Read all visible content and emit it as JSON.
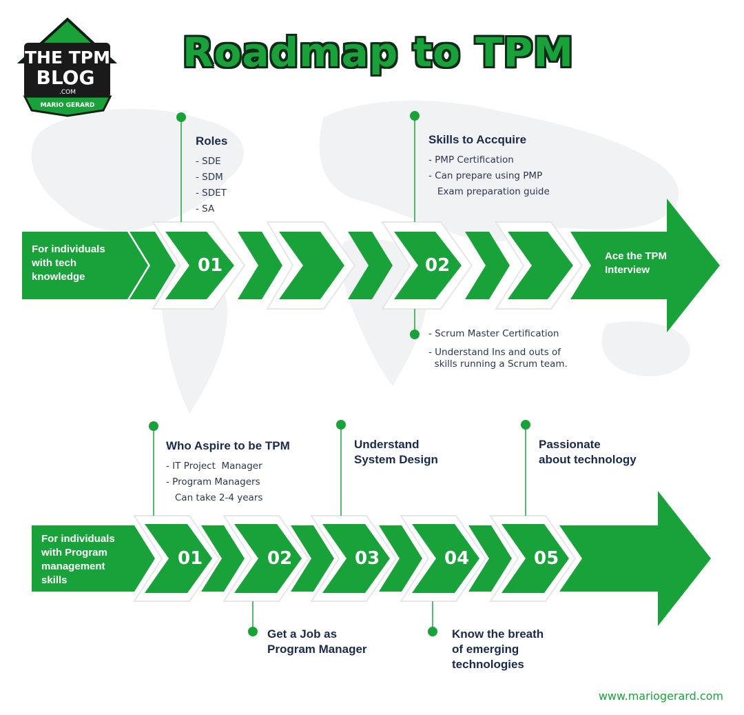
{
  "title": "Roadmap to TPM",
  "logo": {
    "line1": "THE TPM",
    "line2": "BLOG",
    "dotcom": ".COM",
    "banner": "MARIO GERARD"
  },
  "track1": {
    "start_label": "For individuals\nwith tech\nknowledge",
    "steps": [
      "01",
      "02"
    ],
    "end_label": "Ace the TPM\nInterview",
    "roles": {
      "heading": "Roles",
      "items": [
        "- SDE",
        "- SDM",
        "- SDET",
        "- SA"
      ]
    },
    "skills": {
      "heading": "Skills to Accquire",
      "items": [
        "- PMP Certification",
        "- Can prepare using PMP",
        "   Exam preparation guide"
      ]
    },
    "scrum": {
      "items": [
        "- Scrum Master Certification",
        "- Understand Ins and outs of",
        "  skills running a Scrum team."
      ]
    }
  },
  "track2": {
    "start_label": "For individuals\nwith Program\nmanagement\nskills",
    "steps": [
      "01",
      "02",
      "03",
      "04",
      "05"
    ],
    "aspire": {
      "heading": "Who Aspire to be TPM",
      "items": [
        "- IT Project  Manager",
        "- Program Managers",
        "   Can take 2-4 years"
      ]
    },
    "system_design": "Understand\nSystem Design",
    "passionate": "Passionate\nabout technology",
    "get_job": "Get a Job as\nProgram Manager",
    "emerging": "Know the breath\nof emerging\ntechnologies"
  },
  "footer": "www.mariogerard.com",
  "colors": {
    "green": "#1aa23a",
    "navy": "#1b2a4a",
    "map": "#f1f2f3"
  }
}
